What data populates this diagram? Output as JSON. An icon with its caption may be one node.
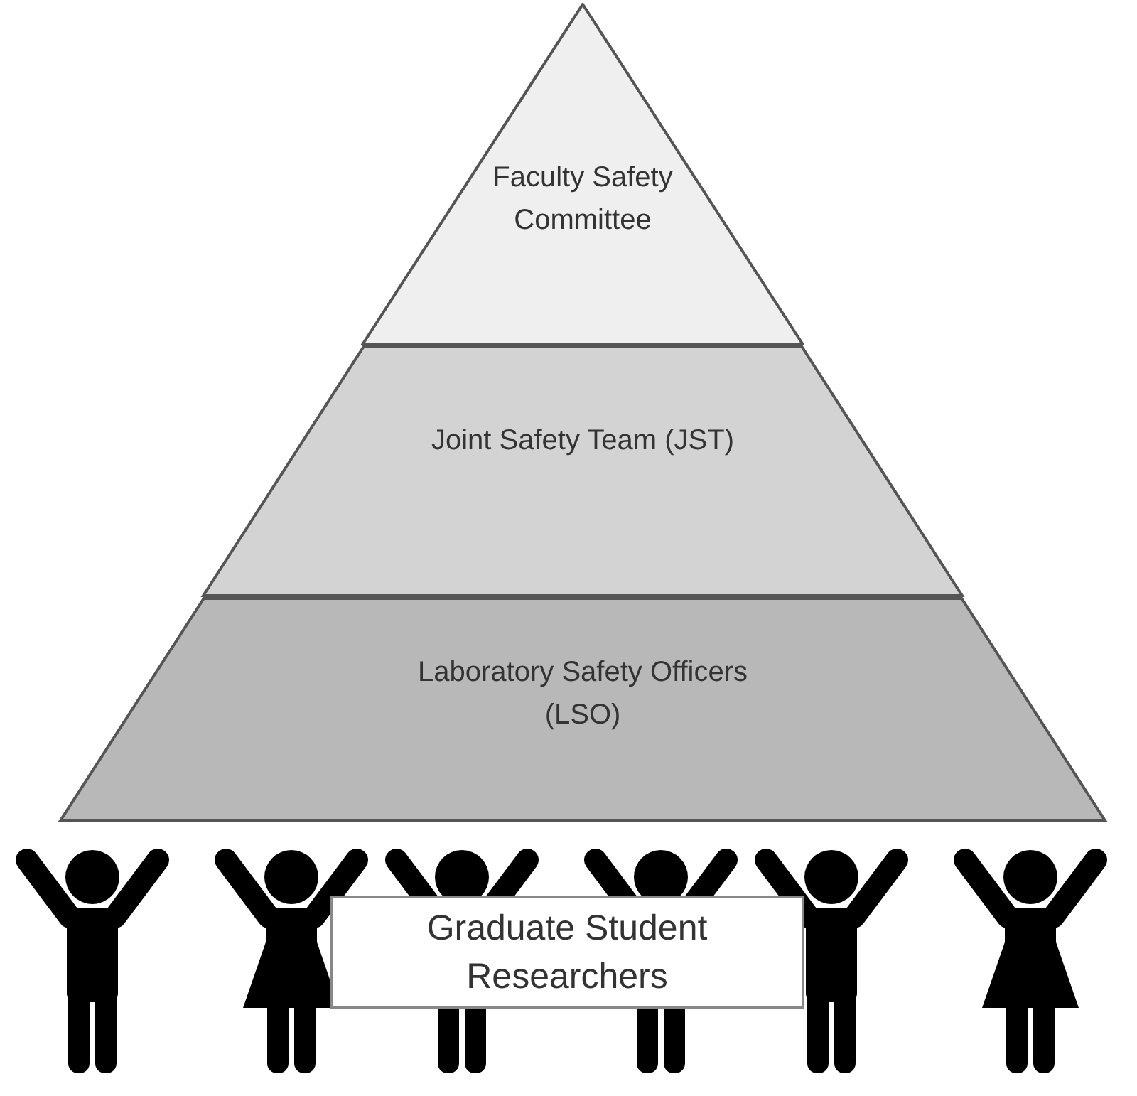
{
  "diagram": {
    "nodes": [
      {
        "text": [
          "Faculty Safety Committee"
        ]
      },
      {
        "text": [
          "Joint Safety Team (JST)"
        ]
      },
      {
        "text": [
          "Laboratory Safety Officers (LSO)"
        ]
      },
      {
        "text": [
          "Graduate Student Researchers"
        ]
      }
    ]
  }
}
